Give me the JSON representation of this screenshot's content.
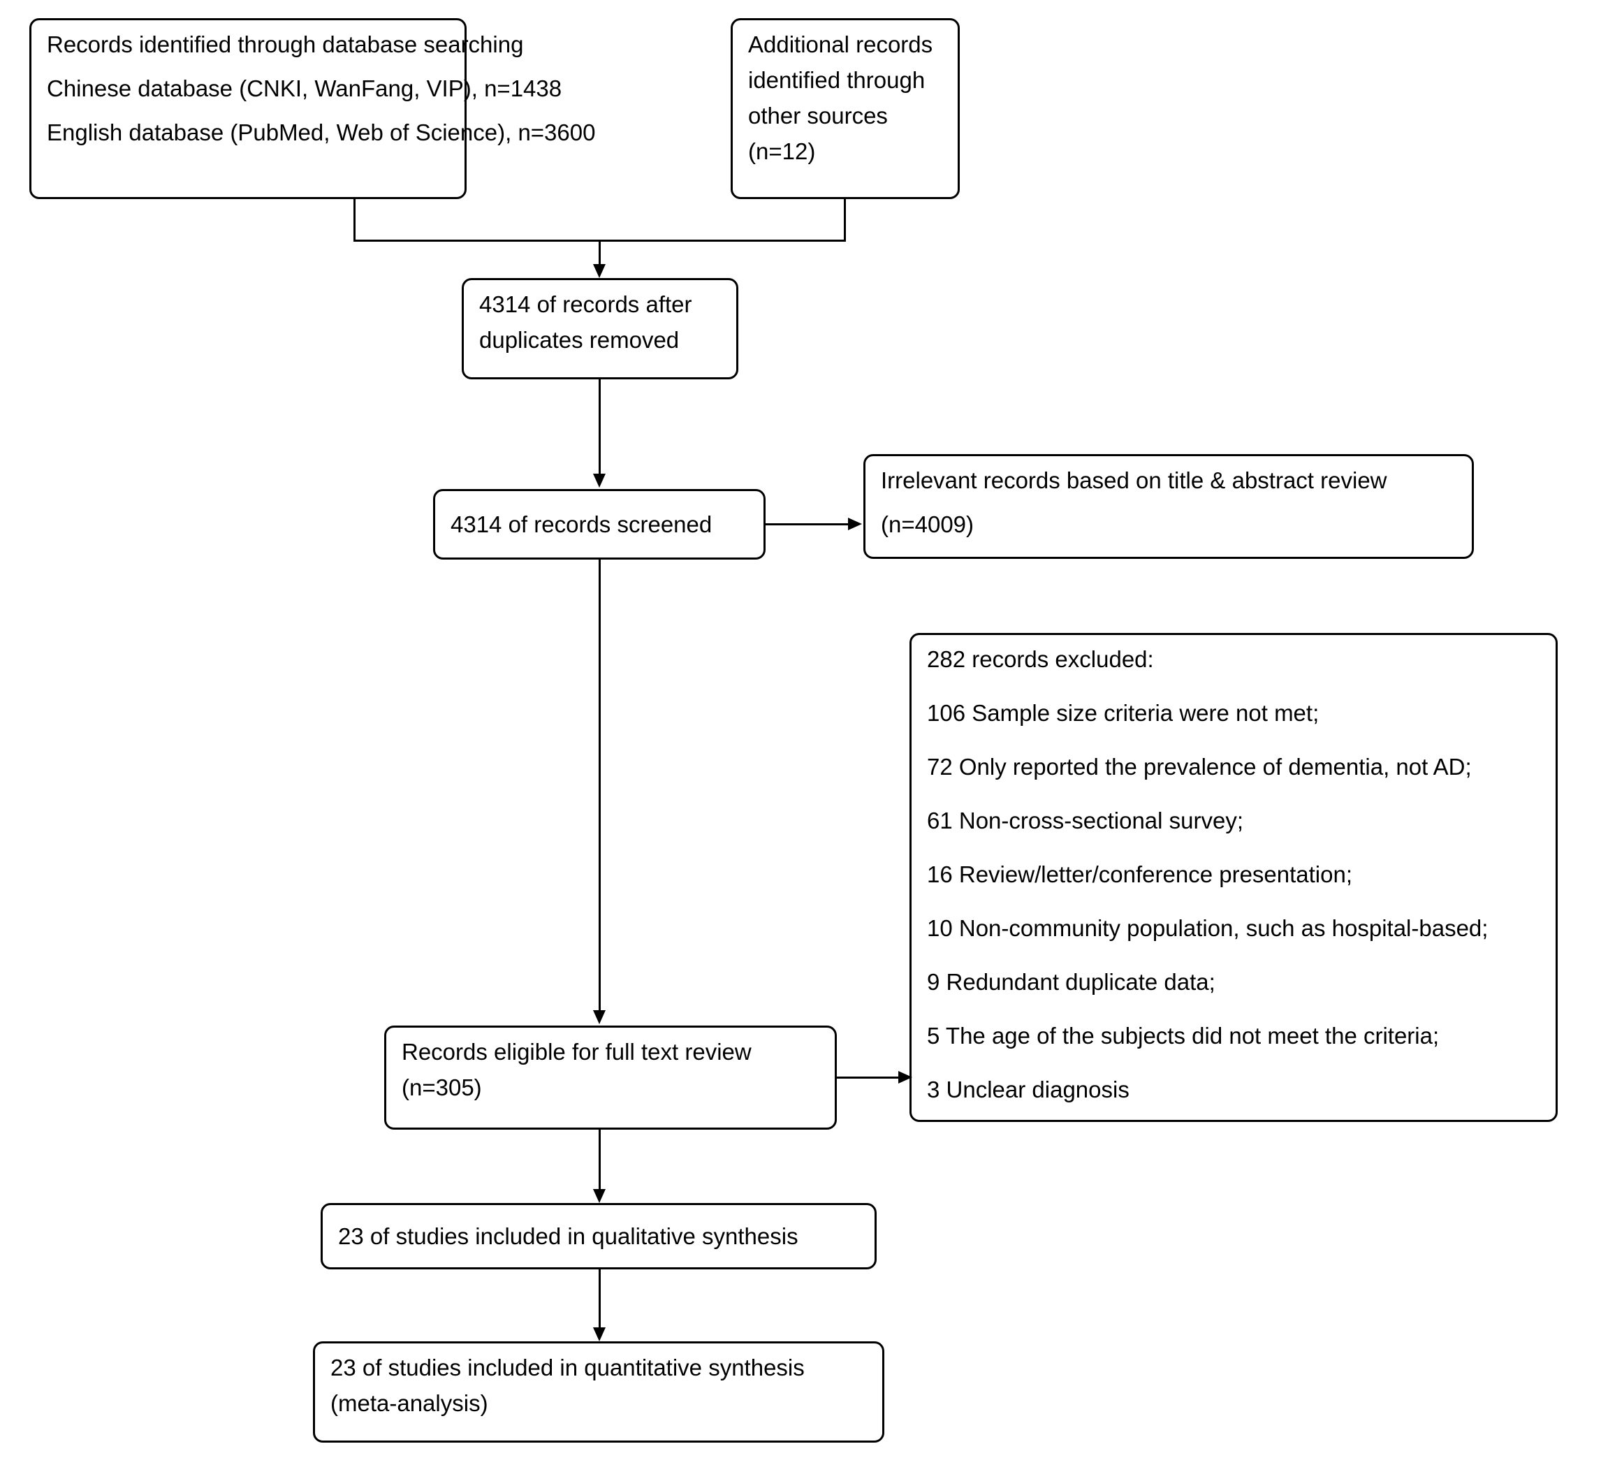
{
  "diagram": {
    "title": "PRISMA study selection flow diagram",
    "stroke_color": "#000000",
    "background_color": "#ffffff",
    "nodes": {
      "identification_db": {
        "lines": [
          "Records identified through database searching",
          "Chinese database (CNKI, WanFang, VIP), n=1438",
          "English database (PubMed, Web of Science), n=3600"
        ]
      },
      "identification_other": {
        "lines": [
          "Additional records",
          "identified through",
          "other sources",
          "(n=12)"
        ]
      },
      "duplicates_removed": {
        "lines": [
          "4314 of records after",
          "duplicates removed"
        ]
      },
      "records_screened": {
        "lines": [
          "4314 of records screened"
        ]
      },
      "irrelevant_records": {
        "lines": [
          "Irrelevant records based on title & abstract review",
          "(n=4009)"
        ]
      },
      "records_excluded": {
        "lines": [
          "282 records excluded:",
          "106 Sample size criteria were not met;",
          "72 Only reported the prevalence of dementia, not AD;",
          "61 Non-cross-sectional survey;",
          "16 Review/letter/conference presentation;",
          "10 Non-community population, such as hospital-based;",
          "9 Redundant duplicate data;",
          "5 The age of the subjects did not meet the criteria;",
          "3 Unclear diagnosis"
        ]
      },
      "eligible_full_text": {
        "lines": [
          "Records eligible for full text review",
          "(n=305)"
        ]
      },
      "qualitative_synthesis": {
        "lines": [
          "23 of studies included in qualitative synthesis"
        ]
      },
      "quantitative_synthesis": {
        "lines": [
          "23 of studies included in quantitative synthesis",
          "(meta-analysis)"
        ]
      }
    }
  }
}
